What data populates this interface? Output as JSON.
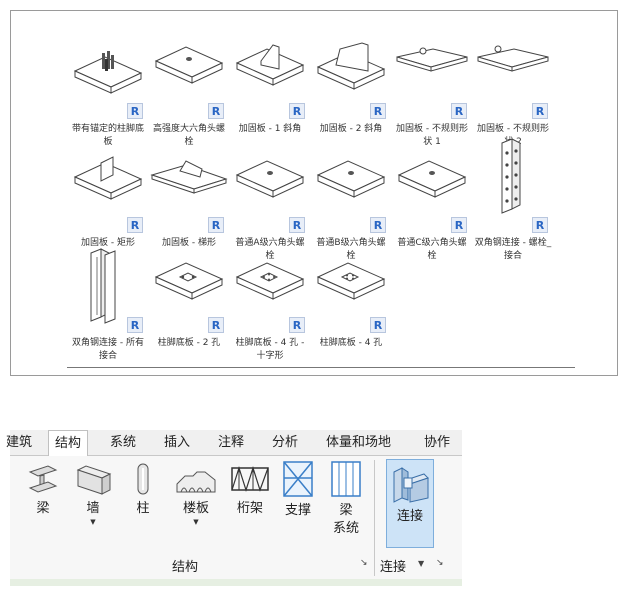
{
  "family_browser": {
    "items": [
      {
        "label": "带有锚定的柱脚底板",
        "icon": "base-plate-anchors-icon"
      },
      {
        "label": "高强度大六角头螺栓",
        "icon": "hex-bolt-plate-icon"
      },
      {
        "label": "加固板 - 1 斜角",
        "icon": "stiffener-1-chamfer-icon"
      },
      {
        "label": "加固板 - 2 斜角",
        "icon": "stiffener-2-chamfer-icon"
      },
      {
        "label": "加固板 - 不规则形状 1",
        "icon": "stiffener-irregular-1-icon"
      },
      {
        "label": "加固板 - 不规则形状 2",
        "icon": "stiffener-irregular-2-icon"
      },
      {
        "label": "加固板 - 矩形",
        "icon": "stiffener-rectangle-icon"
      },
      {
        "label": "加固板 - 梯形",
        "icon": "stiffener-trapezoid-icon"
      },
      {
        "label": "普通A级六角头螺栓",
        "icon": "bolt-grade-a-icon"
      },
      {
        "label": "普通B级六角头螺栓",
        "icon": "bolt-grade-b-icon"
      },
      {
        "label": "普通C级六角头螺栓",
        "icon": "bolt-grade-c-icon"
      },
      {
        "label": "双角钢连接 - 螺栓_接合",
        "icon": "double-angle-bolted-icon"
      },
      {
        "label": "双角钢连接 - 所有接合",
        "icon": "double-angle-all-icon"
      },
      {
        "label": "柱脚底板 - 2 孔",
        "icon": "base-plate-2-hole-icon"
      },
      {
        "label": "柱脚底板 - 4 孔 - 十字形",
        "icon": "base-plate-4-hole-cross-icon"
      },
      {
        "label": "柱脚底板 - 4 孔",
        "icon": "base-plate-4-hole-icon"
      }
    ],
    "badge": "R"
  },
  "ribbon": {
    "tabs": [
      "建筑",
      "结构",
      "系统",
      "插入",
      "注释",
      "分析",
      "体量和场地",
      "协作"
    ],
    "active_tab": "结构",
    "buttons": {
      "beam": "梁",
      "wall": "墙",
      "column": "柱",
      "floor": "楼板",
      "truss": "桁架",
      "brace": "支撑",
      "beam_system_1": "梁",
      "beam_system_2": "系统",
      "connection": "连接"
    },
    "groups": {
      "structure": "结构",
      "connection": "连接"
    },
    "colors": {
      "selected_bg": "#cde3f7",
      "icon_blue": "#3a7fc8"
    }
  }
}
